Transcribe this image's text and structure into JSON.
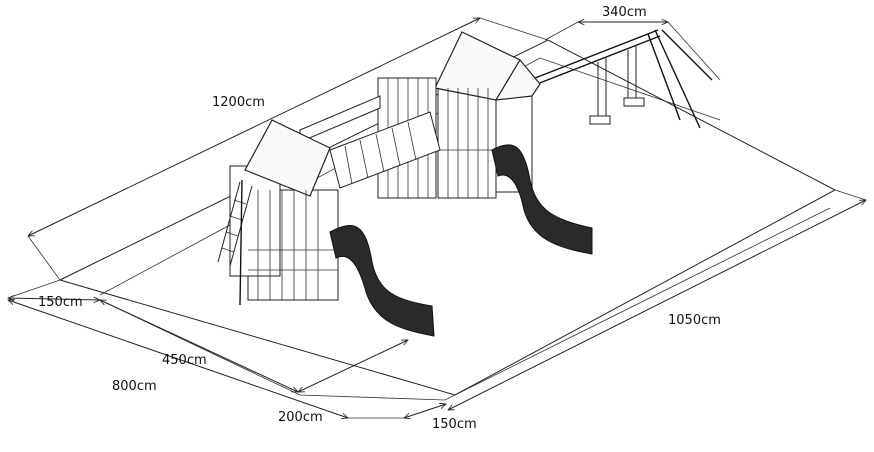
{
  "dimensions": {
    "d_1200": "1200cm",
    "d_340": "340cm",
    "d_1050": "1050cm",
    "d_150_left": "150cm",
    "d_450": "450cm",
    "d_800": "800cm",
    "d_200": "200cm",
    "d_150_bottom": "150cm"
  }
}
